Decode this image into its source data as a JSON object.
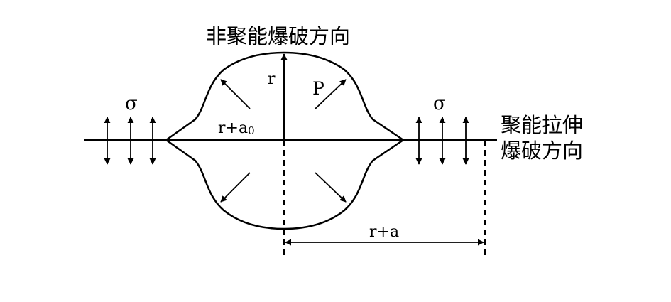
{
  "labels": {
    "top_direction": "非聚能爆破方向",
    "right_direction_line1": "聚能拉伸",
    "right_direction_line2": "爆破方向",
    "sigma_left": "σ",
    "sigma_right": "σ",
    "radius": "r",
    "pressure": "P",
    "r_plus_a0_base": "r+a",
    "r_plus_a0_sub": "0",
    "r_plus_a": "r+a"
  }
}
